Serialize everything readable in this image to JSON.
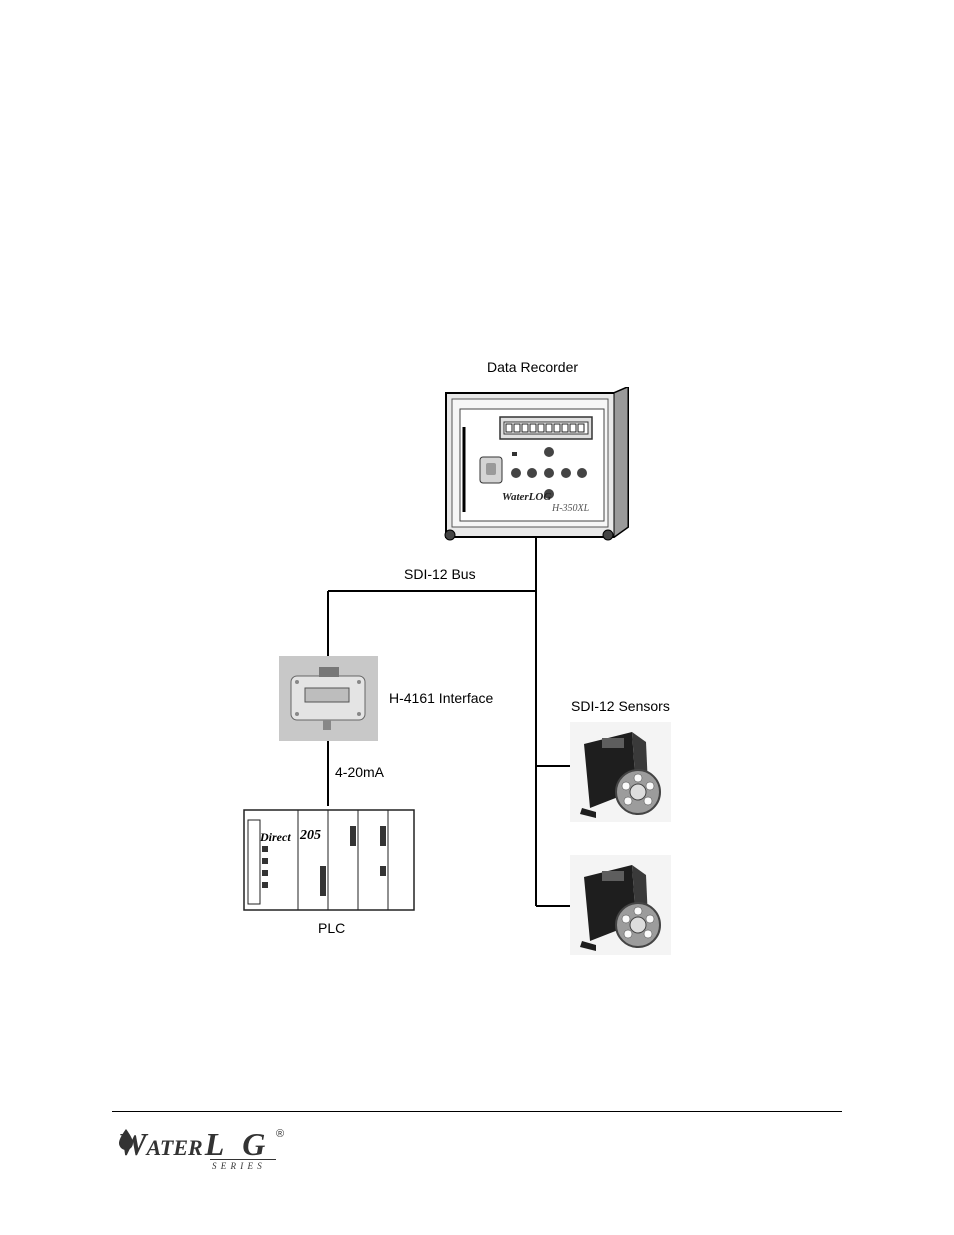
{
  "diagram": {
    "recorder_label": "Data Recorder",
    "bus_label": "SDI-12 Bus",
    "interface_label": "H-4161 Interface",
    "signal_label": "4-20mA",
    "sensors_label": "SDI-12 Sensors",
    "plc_label": "PLC"
  },
  "recorder_display": {
    "brand": "WaterLOG",
    "model": "H-350XL"
  },
  "plc_display": {
    "brand": "Direct",
    "model": "205"
  },
  "footer": {
    "logo_main_1": "W",
    "logo_main_2": "ATER",
    "logo_main_3": "L",
    "logo_main_4": "G",
    "logo_registered": "®",
    "logo_sub": "S E R I E S"
  },
  "colors": {
    "line": "#000000",
    "device_dark": "#1e1e1e",
    "device_grey": "#cfcfcf",
    "photo_bg": "#c8c8c8"
  }
}
